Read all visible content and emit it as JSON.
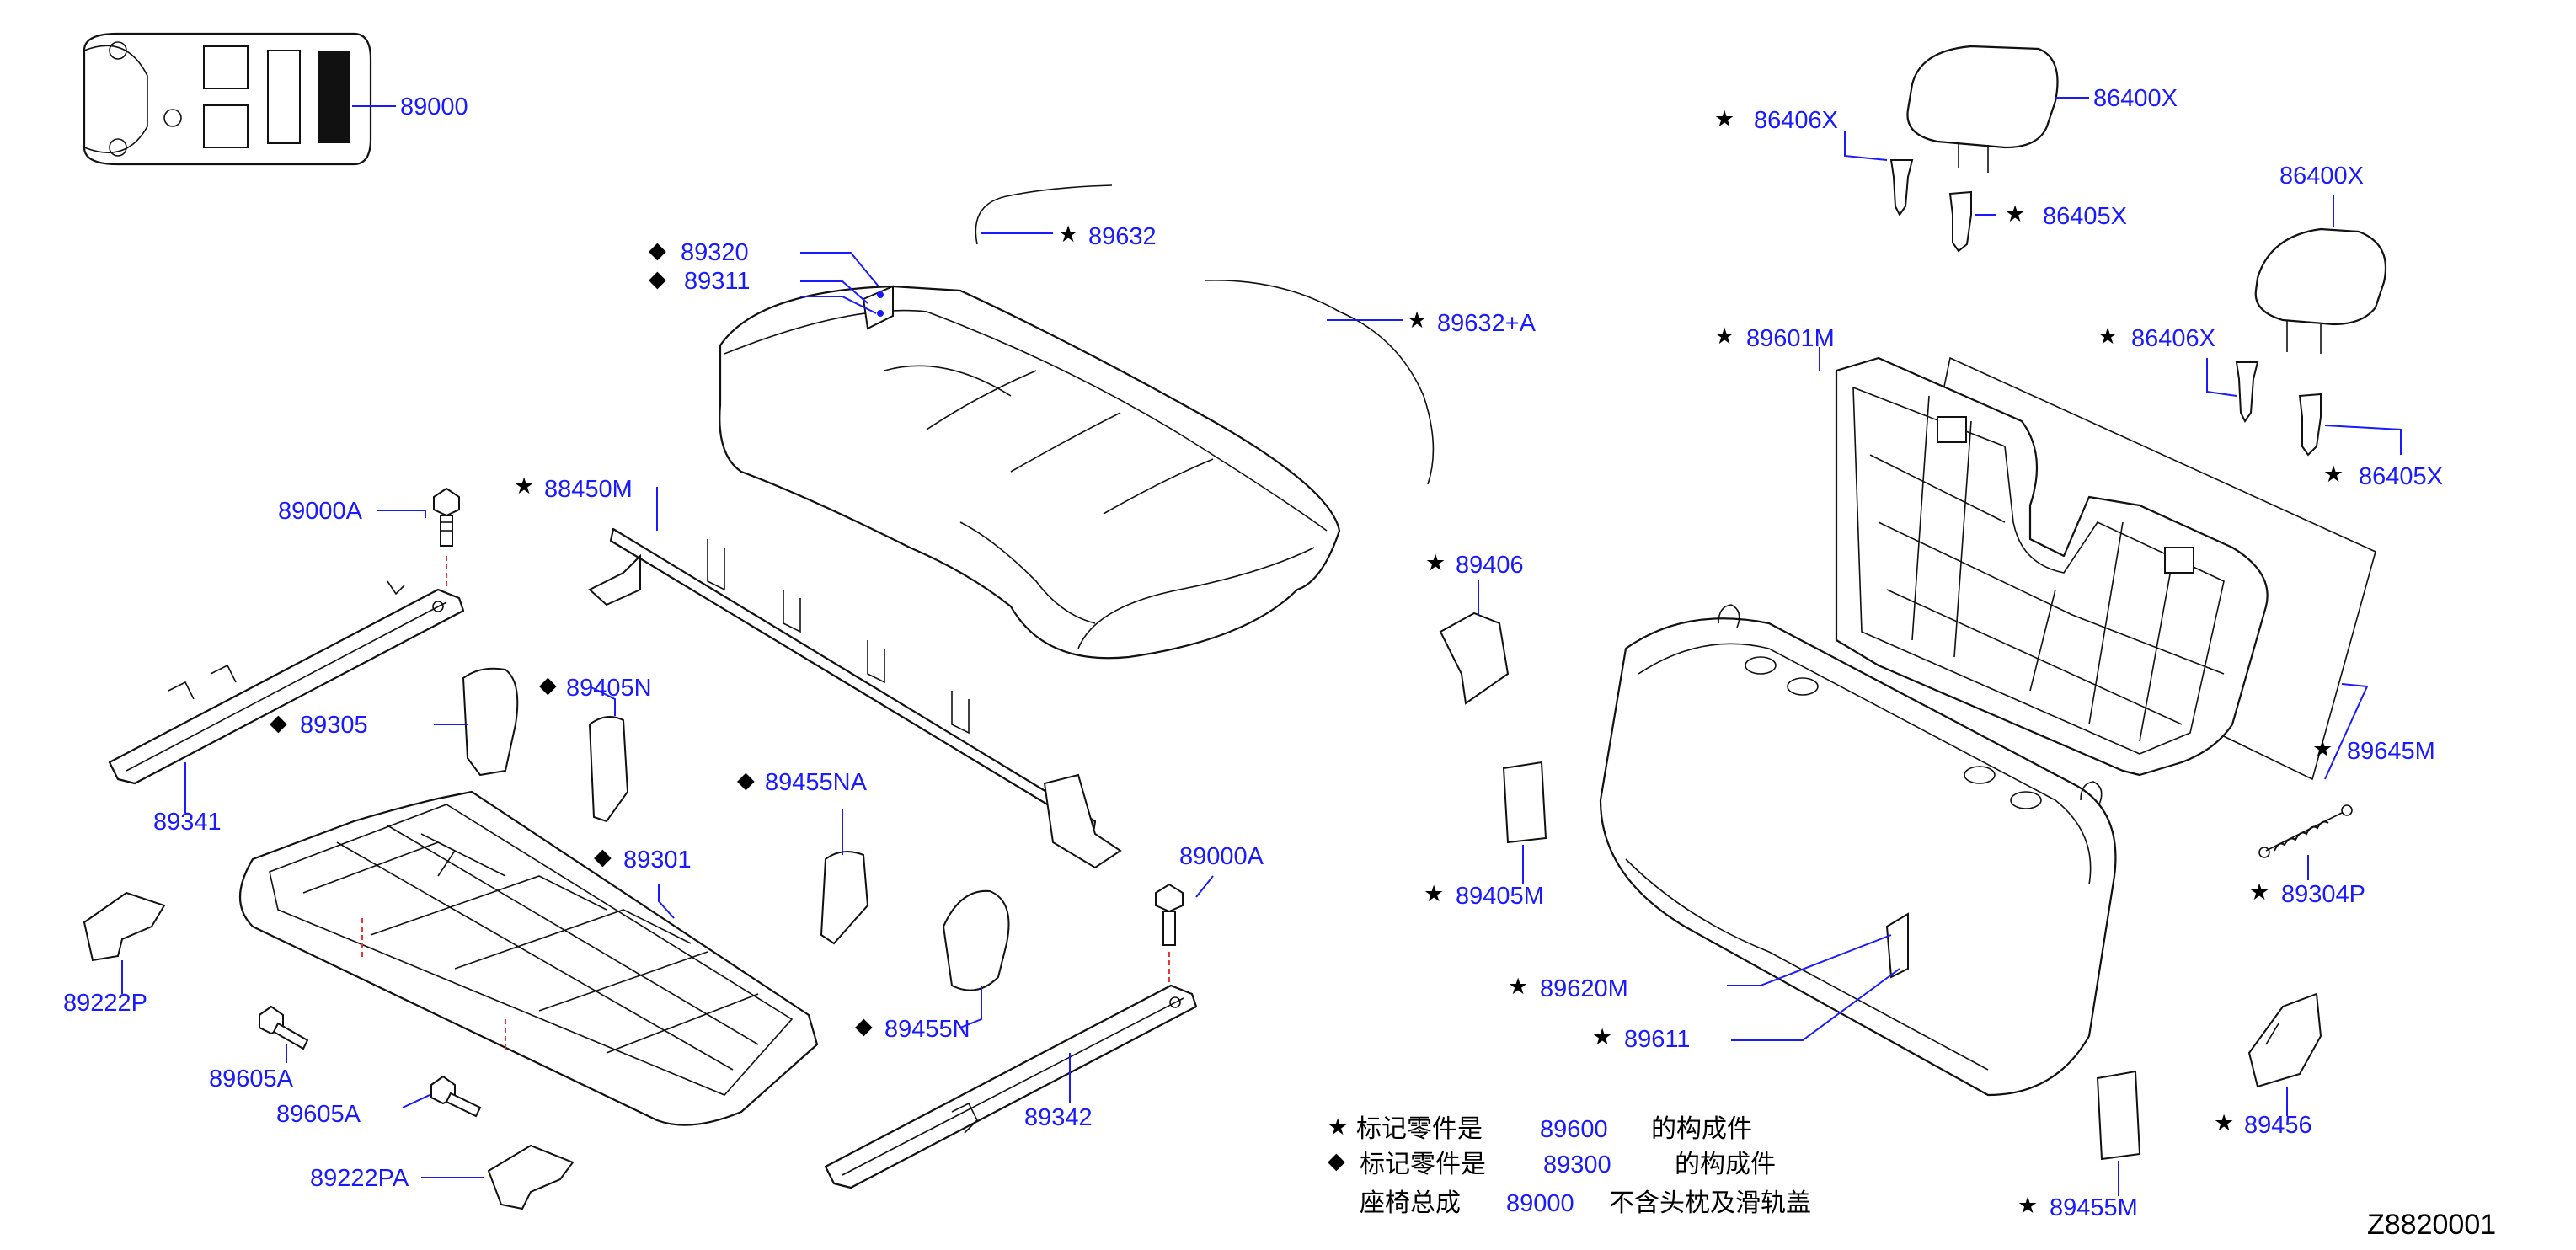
{
  "diagram": {
    "reference_code": "Z8820001",
    "marks": {
      "star": "★",
      "diamond": "◆"
    },
    "colors": {
      "label": "#1a1aff",
      "line": "#111111",
      "background": "#ffffff"
    },
    "icons": [
      "vehicle-top-view-icon",
      "seat-cushion",
      "seat-back-frame",
      "headrest",
      "bolt",
      "spring",
      "bracket"
    ],
    "labels": {
      "p89000": "89000",
      "p89320": "89320",
      "p89311": "89311",
      "p89632": "89632",
      "p89632A": "89632+A",
      "p86406X_1": "86406X",
      "p86400X_1": "86400X",
      "p86405X_1": "86405X",
      "p86400X_2": "86400X",
      "p89601M": "89601M",
      "p86406X_2": "86406X",
      "p86405X_2": "86405X",
      "p89000A_1": "89000A",
      "p88450M": "88450M",
      "p89406": "89406",
      "p89405N": "89405N",
      "p89305": "89305",
      "p89341": "89341",
      "p89455NA": "89455NA",
      "p89301": "89301",
      "p89000A_2": "89000A",
      "p89645M": "89645M",
      "p89405M": "89405M",
      "p89304P": "89304P",
      "p89222P": "89222P",
      "p89605A_1": "89605A",
      "p89605A_2": "89605A",
      "p89455N": "89455N",
      "p89620M": "89620M",
      "p89611": "89611",
      "p89342": "89342",
      "p89222PA": "89222PA",
      "p89456": "89456",
      "p89455M": "89455M"
    },
    "notes": [
      {
        "prefix": "标记零件是",
        "part": "89600",
        "suffix": "的构成件"
      },
      {
        "prefix": "标记零件是",
        "part": "89300",
        "suffix": "的构成件"
      },
      {
        "prefix": "座椅总成",
        "part": "89000",
        "suffix": "不含头枕及滑轨盖"
      }
    ]
  }
}
